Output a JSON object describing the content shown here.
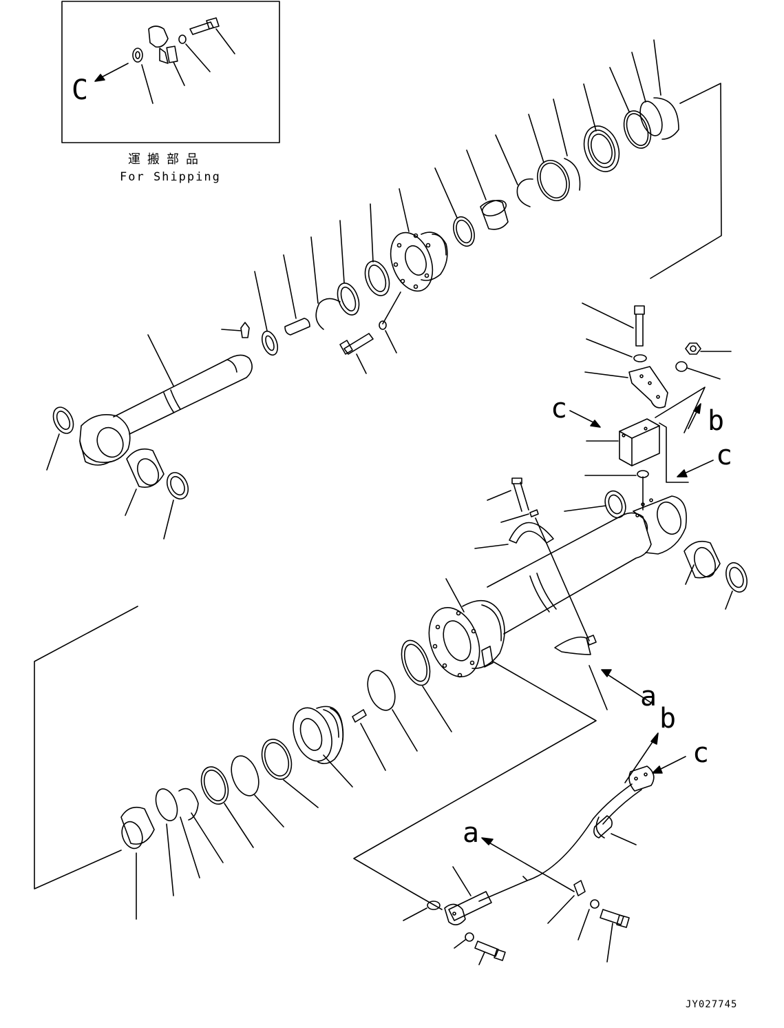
{
  "inset": {
    "title_jp": "運搬部品",
    "title_en": "For Shipping",
    "callout": "C"
  },
  "callouts": {
    "a": "a",
    "b": "b",
    "c": "c"
  },
  "drawing_code": "JY027745",
  "colors": {
    "line": "#000000",
    "background": "#ffffff"
  }
}
